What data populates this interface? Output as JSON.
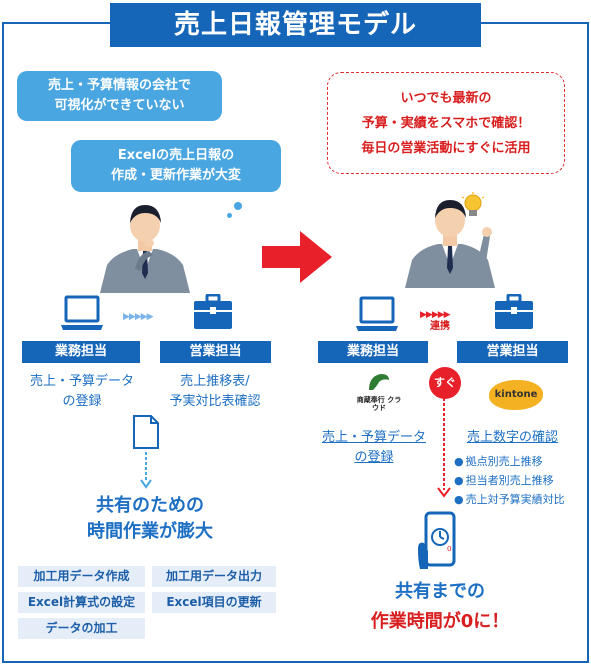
{
  "title": "売上日報管理モデル",
  "left": {
    "bubble1": [
      "売上・予算情報の会社で",
      "可視化ができていない"
    ],
    "bubble2": [
      "Excelの売上日報の",
      "作成・更新作業が大変"
    ],
    "role1": "業務担当",
    "role2": "営業担当",
    "task1": [
      "売上・予算データ",
      "の登録"
    ],
    "task2": [
      "売上推移表/",
      "予実対比表確認"
    ],
    "result": [
      "共有のための",
      "時間作業が膨大"
    ],
    "subtasks": [
      "加工用データ作成",
      "加工用データ出力",
      "Excel計算式の設定",
      "Excel項目の更新",
      "データの加工"
    ]
  },
  "right": {
    "callout": [
      "いつでも最新の",
      "予算・実績をスマホで確認！",
      "毎日の営業活動にすぐに活用"
    ],
    "link_label": "連携",
    "role1": "業務担当",
    "role2": "営業担当",
    "bugyo_logo": "商蔵奉行 クラウド",
    "kintone_logo": "kintone",
    "sugu": "すぐ",
    "task1": [
      "売上・予算データ",
      "の登録"
    ],
    "task2": "売上数字の確認",
    "bullets": [
      "拠点別売上推移",
      "担当者別売上推移",
      "売上対予算実績対比"
    ],
    "result_line1": "共有までの",
    "result_line2": "作業時間が0に！"
  },
  "colors": {
    "brand_blue": "#1565b8",
    "light_blue": "#4aa6e0",
    "red": "#e8202a"
  },
  "icons": [
    "laptop-icon",
    "briefcase-icon",
    "document-icon",
    "lightbulb-icon",
    "smartphone-icon",
    "person-icon",
    "arrow-right-icon"
  ]
}
